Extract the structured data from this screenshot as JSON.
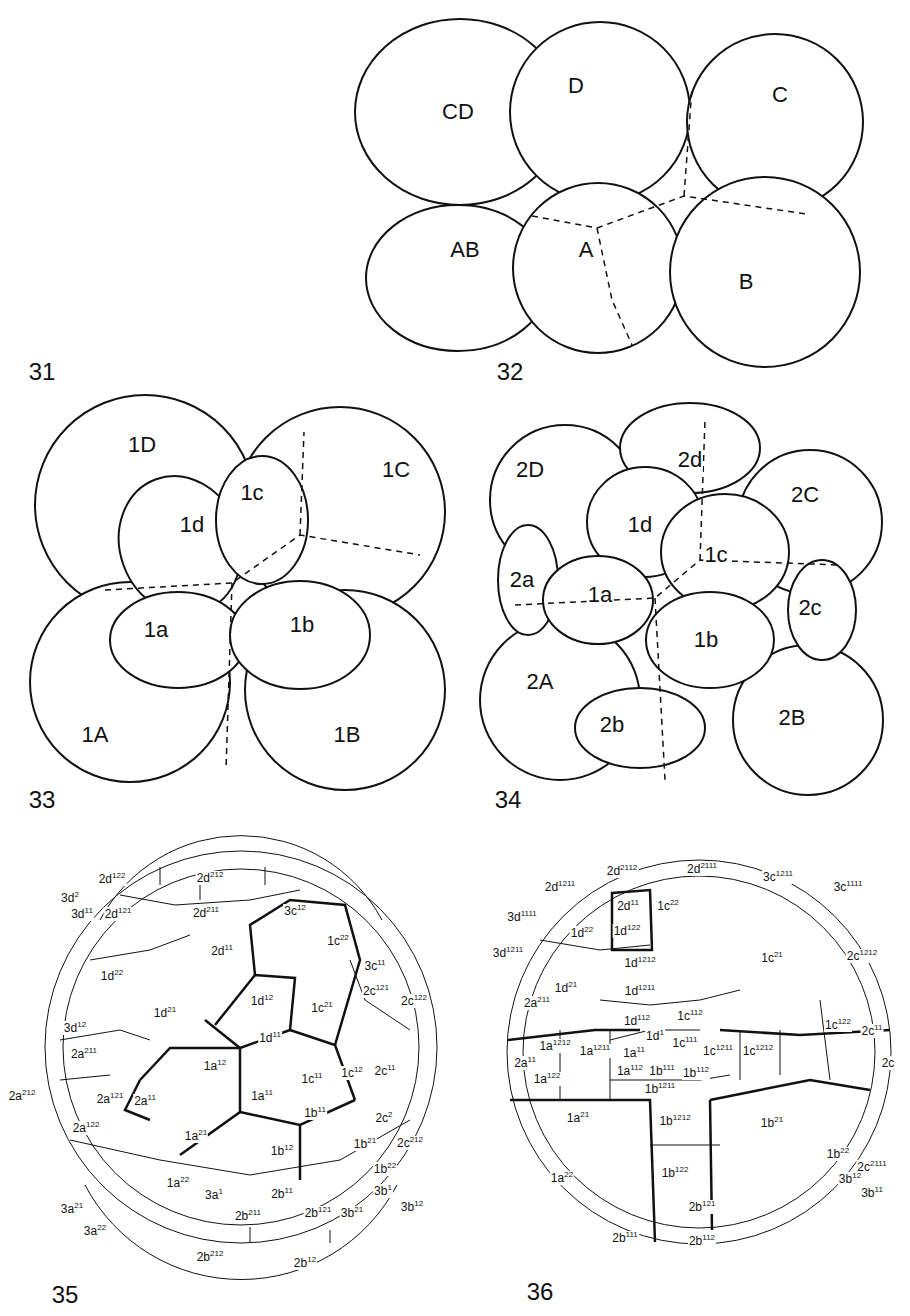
{
  "diagram": {
    "labels": [
      "CD",
      "AB",
      "31",
      "D",
      "C",
      "A",
      "B",
      "32",
      "1D",
      "1C",
      "1d",
      "1c",
      "1a",
      "1b",
      "1A",
      "1B",
      "33",
      "2D",
      "2d",
      "2C",
      "1d",
      "1c",
      "2a",
      "1a",
      "1b",
      "2c",
      "2A",
      "2b",
      "2B",
      "34",
      "2d122",
      "2d212",
      "3d2",
      "3d11",
      "2d121",
      "2d211",
      "3c12",
      "2d11",
      "1c22",
      "3c11",
      "1d22",
      "2c121",
      "2c122",
      "1d21",
      "1d12",
      "1c21",
      "3d12",
      "1d11",
      "2a211",
      "1a12",
      "1c11",
      "1c12",
      "2c11",
      "2a212",
      "2a121",
      "2a11",
      "1a11",
      "1b11",
      "2c2",
      "2a122",
      "1a21",
      "1b21",
      "1b12",
      "2c212",
      "1b22",
      "1a22",
      "3a1",
      "2b11",
      "3b1",
      "3a21",
      "2b211",
      "2b121",
      "3b21",
      "3b12",
      "3a22",
      "2b212",
      "2b12",
      "35",
      "2d2112",
      "2d2111",
      "3c1211",
      "3c1111",
      "2d1211",
      "2d11",
      "1c22",
      "3d1111",
      "1d22",
      "1d122",
      "1c21",
      "2c1212",
      "3d1211",
      "1d1212",
      "1d21",
      "1d1211",
      "2a211",
      "1d112",
      "1c112",
      "1c122",
      "2c11",
      "1d1",
      "1c111",
      "1a1212",
      "1a1211",
      "1a11",
      "1c1211",
      "1c1212",
      "2a11",
      "2c",
      "1a122",
      "1a112",
      "1b111",
      "1b112",
      "1b1211",
      "1a21",
      "1b1212",
      "1b21",
      "1b22",
      "2c2111",
      "3b12",
      "3b11",
      "1a22",
      "1b122",
      "2b121",
      "2b111",
      "2b112",
      "36"
    ]
  }
}
